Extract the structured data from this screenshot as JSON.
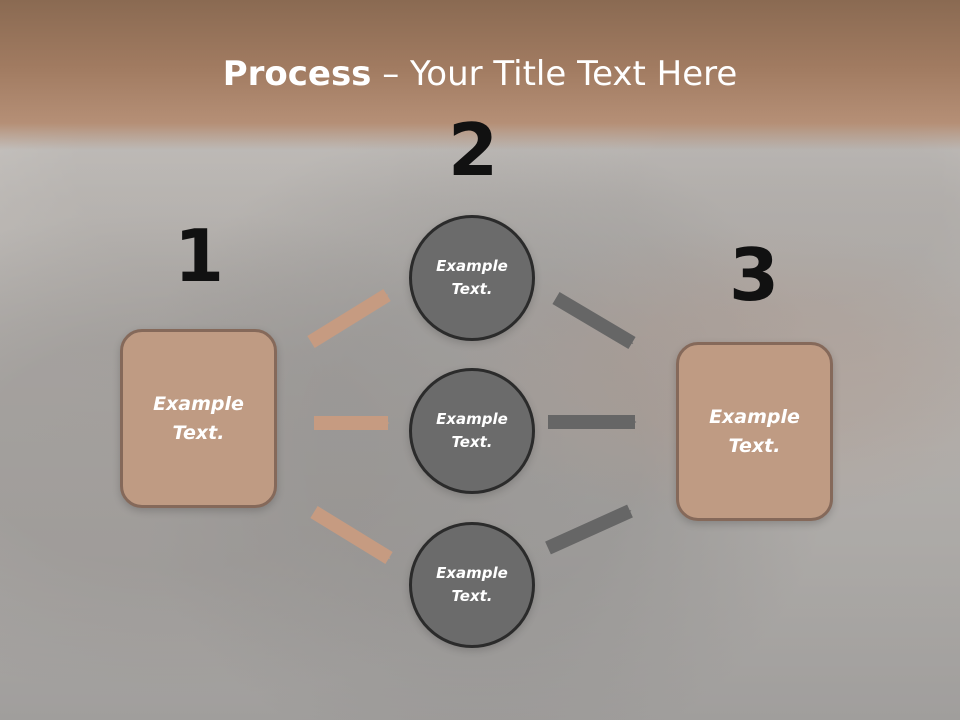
{
  "slide": {
    "title_bold": "Process",
    "title_rest": " – Your Title Text Here"
  },
  "steps": {
    "one": "1",
    "two": "2",
    "three": "3"
  },
  "left_box": {
    "line1": "Example",
    "line2": "Text."
  },
  "circles": [
    {
      "line1": "Example",
      "line2": "Text."
    },
    {
      "line1": "Example",
      "line2": "Text."
    },
    {
      "line1": "Example",
      "line2": "Text."
    }
  ],
  "right_box": {
    "line1": "Example",
    "line2": "Text."
  },
  "colors": {
    "header": "#a17b61",
    "box_fill": "#bf9b83",
    "box_border": "#85695a",
    "circle_fill": "#6b6b6b",
    "circle_border": "#2b2b2b",
    "arrow_left": "#c69b81",
    "arrow_right": "#666666"
  }
}
